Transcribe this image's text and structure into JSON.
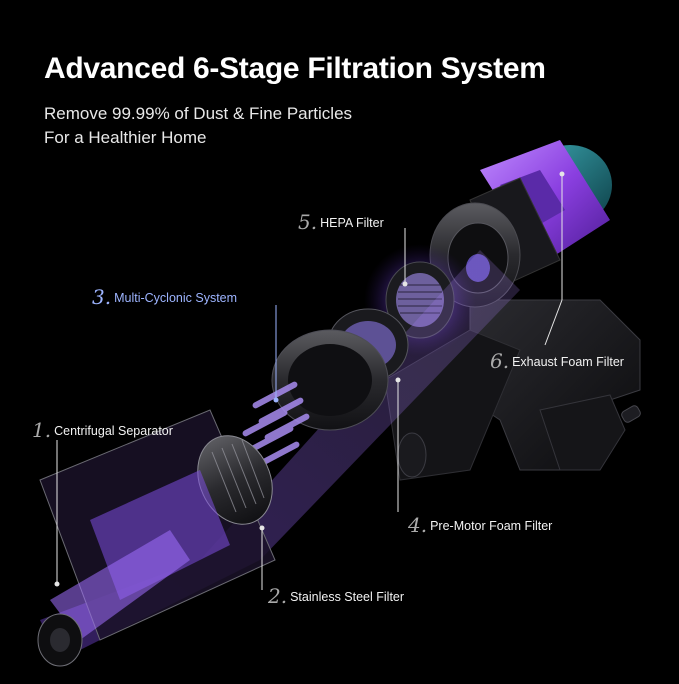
{
  "header": {
    "title": "Advanced 6-Stage Filtration System",
    "subtitle_line1": "Remove 99.99% of Dust & Fine Particles",
    "subtitle_line2": "For a Healthier Home"
  },
  "stages": [
    {
      "number": "1.",
      "label": "Centrifugal Separator"
    },
    {
      "number": "2.",
      "label": "Stainless Steel Filter"
    },
    {
      "number": "3.",
      "label": "Multi-Cyclonic System"
    },
    {
      "number": "4.",
      "label": "Pre-Motor Foam Filter"
    },
    {
      "number": "5.",
      "label": "HEPA Filter"
    },
    {
      "number": "6.",
      "label": "Exhaust Foam Filter"
    }
  ],
  "colors": {
    "background": "#000000",
    "accent_purple": "#8b5cf6",
    "highlight_label": "#9db4ff",
    "teal_cap": "#1f6f78"
  }
}
